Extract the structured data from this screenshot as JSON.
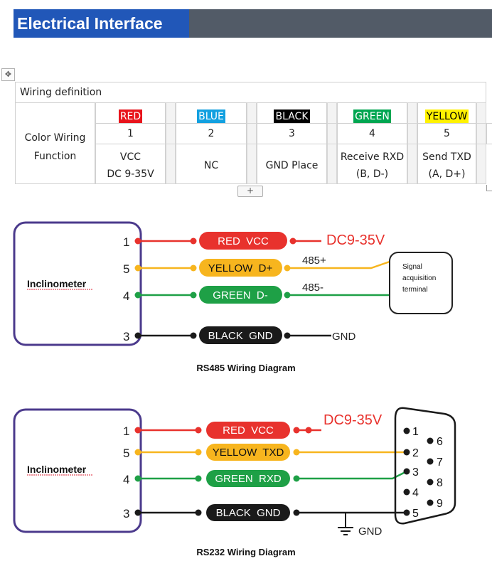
{
  "banner": {
    "title": "Electrical Interface"
  },
  "table": {
    "title": "Wiring definition",
    "row_label_line1": "Color Wiring",
    "row_label_line2": "Function",
    "columns": [
      {
        "color_name": "RED",
        "tag_bg": "#e8141c",
        "tag_fg": "#ffffff",
        "number": "1",
        "func_line1": "VCC",
        "func_line2": "DC 9-35V"
      },
      {
        "color_name": "BLUE",
        "tag_bg": "#12a0e0",
        "tag_fg": "#ffffff",
        "number": "2",
        "func_line1": "NC",
        "func_line2": ""
      },
      {
        "color_name": "BLACK",
        "tag_bg": "#000000",
        "tag_fg": "#ffffff",
        "number": "3",
        "func_line1": "GND Place",
        "func_line2": ""
      },
      {
        "color_name": "GREEN",
        "tag_bg": "#00a651",
        "tag_fg": "#ffffff",
        "number": "4",
        "func_line1": "Receive RXD",
        "func_line2": "(B, D-)"
      },
      {
        "color_name": "YELLOW",
        "tag_bg": "#fff200",
        "tag_fg": "#000000",
        "number": "5",
        "func_line1": "Send TXD",
        "func_line2": "(A, D+)"
      }
    ]
  },
  "colors": {
    "red": "#e8322d",
    "yellow": "#f7b51e",
    "green": "#1ea046",
    "black": "#1a1a1a",
    "frame": "#4b3a8c"
  },
  "rs485": {
    "caption": "RS485 Wiring Diagram",
    "device_label": "Inclinometer",
    "pins": [
      "1",
      "5",
      "4",
      "3"
    ],
    "pills": [
      "RED  VCC",
      "YELLOW  D+",
      "GREEN  D-",
      "BLACK  GND"
    ],
    "supply_label": "DC9-35V",
    "d_plus_label": "485+",
    "d_minus_label": "485-",
    "gnd_label": "GND",
    "terminal_line1": "Signal",
    "terminal_line2": "acquisition",
    "terminal_line3": "terminal"
  },
  "rs232": {
    "caption": "RS232 Wiring Diagram",
    "device_label": "Inclinometer",
    "pins": [
      "1",
      "5",
      "4",
      "3"
    ],
    "pills": [
      "RED  VCC",
      "YELLOW  TXD",
      "GREEN  RXD",
      "BLACK  GND"
    ],
    "supply_label": "DC9-35V",
    "gnd_label": "GND",
    "db9_pins": [
      "1",
      "2",
      "3",
      "4",
      "5",
      "6",
      "7",
      "8",
      "9"
    ]
  }
}
